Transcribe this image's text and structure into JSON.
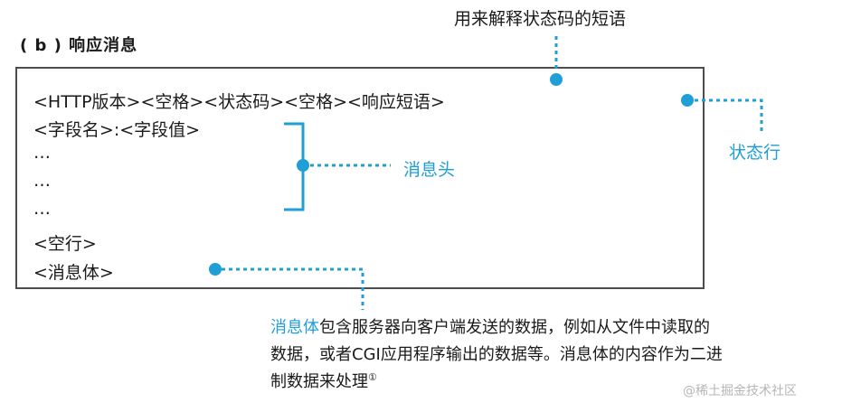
{
  "section_title": "( b ) 响应消息",
  "top_label": "用来解释状态码的短语",
  "message_lines": {
    "status_line": "<HTTP版本><空格><状态码><空格><响应短语>",
    "header_field": "<字段名>:<字段值>",
    "ellipsis_1": "…",
    "ellipsis_2": "…",
    "ellipsis_3": "…",
    "blank_line": "<空行>",
    "body": "<消息体>"
  },
  "labels": {
    "status_line": "状态行",
    "headers": "消息头"
  },
  "note": {
    "highlight": "消息体",
    "line1_rest": "包含服务器向客户端发送的数据，例如从文件中读取的",
    "line2": "数据，或者CGI应用程序输出的数据等。消息体的内容作为二进",
    "line3": "制数据来处理",
    "footnote_mark": "①"
  },
  "watermark": "@稀土掘金技术社区",
  "colors": {
    "accent": "#1f9fd6",
    "frame": "#4d4d4d",
    "text": "#1a1a1a"
  }
}
